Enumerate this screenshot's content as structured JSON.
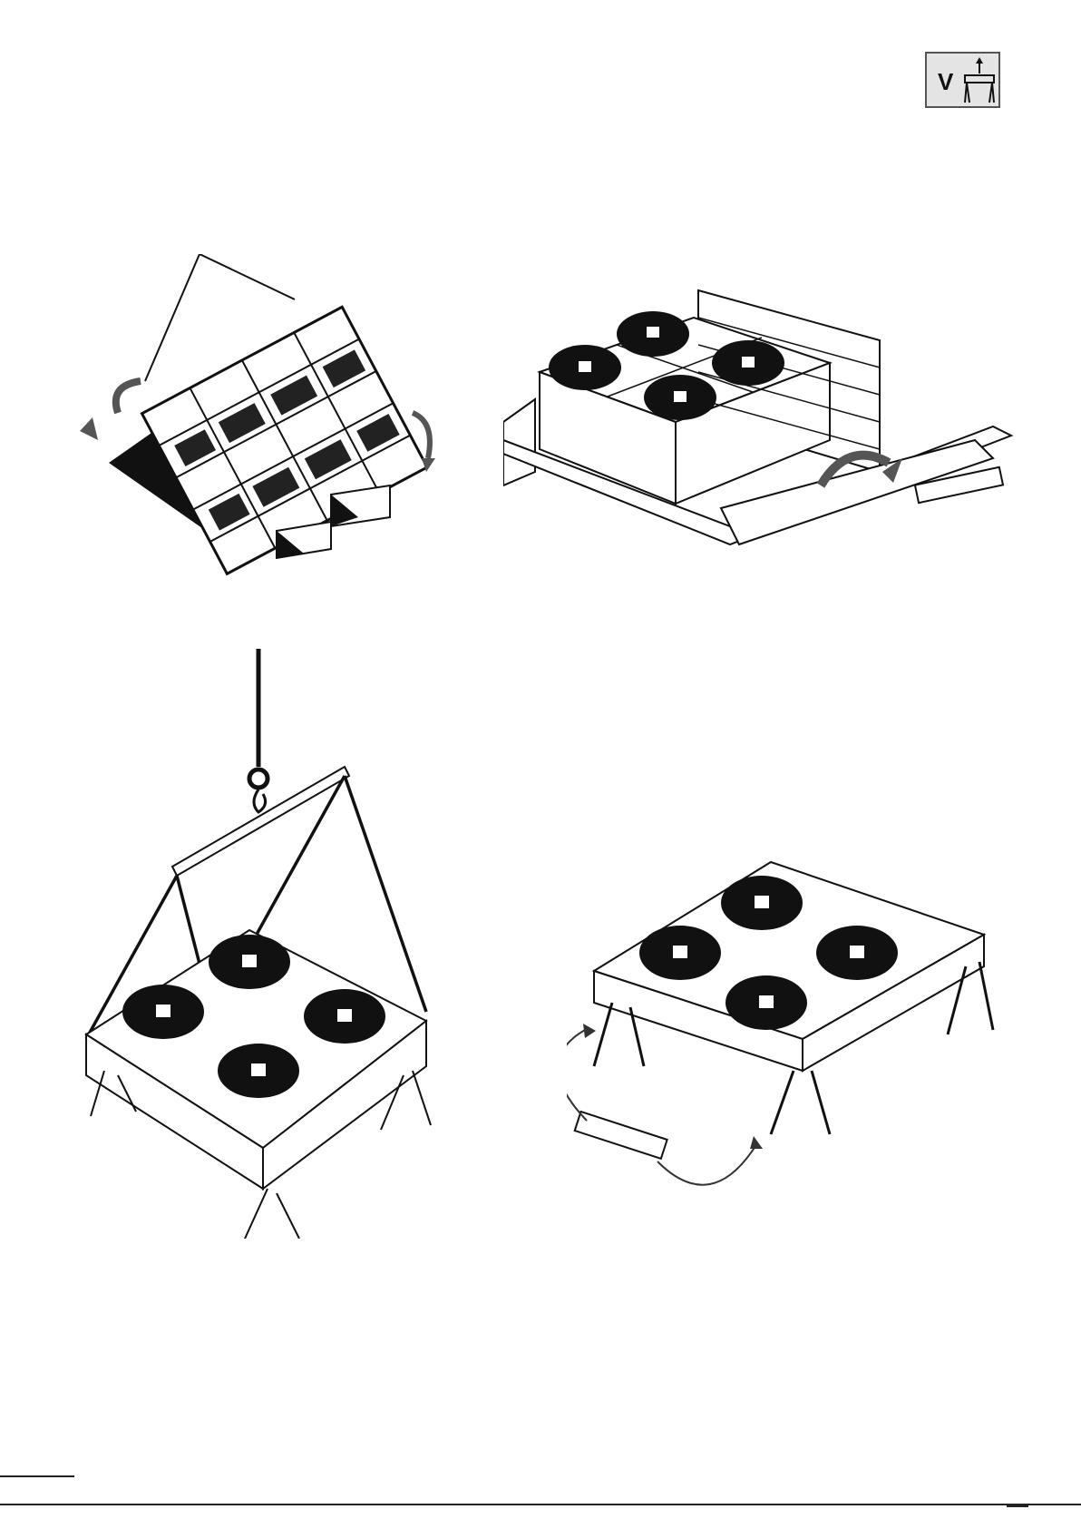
{
  "badge": {
    "letter": "V",
    "icon": "unit-lift-up-icon"
  },
  "colors": {
    "ink": "#111111",
    "fan": "#1a1a1a",
    "badge_bg": "#e4e4e4"
  },
  "illustrations": [
    {
      "icon": "crate-tilt-illustration"
    },
    {
      "icon": "crate-unpack-illustration"
    },
    {
      "icon": "crane-lift-illustration"
    },
    {
      "icon": "legs-mount-illustration"
    }
  ]
}
